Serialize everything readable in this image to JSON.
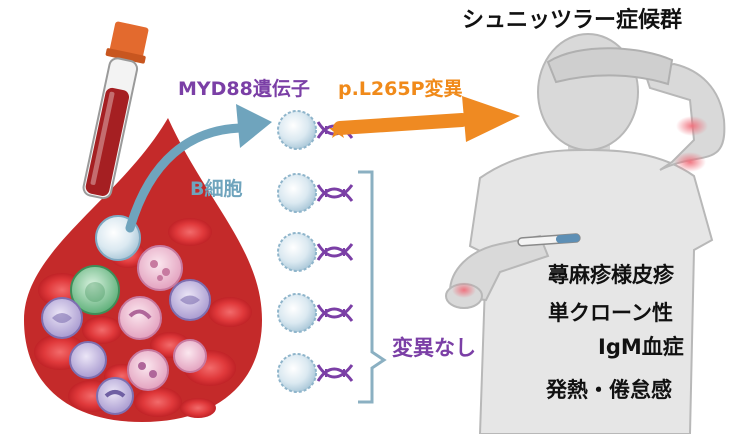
{
  "title": "シュニッツラー症候群",
  "gene_label": "MYD88遺伝子",
  "mutation_label": "p.L265P変異",
  "bcell_label": "B細胞",
  "no_mutation_label": "変異なし",
  "symptoms": [
    "蕁麻疹様皮疹",
    "単クローン性",
    "IgM血症",
    "発熱・倦怠感"
  ],
  "colors": {
    "blood": "#c42a2a",
    "blood_dark": "#a51f22",
    "tube_cap": "#e36a2e",
    "arrow_blue": "#6fa4bd",
    "arrow_orange": "#ef8a22",
    "dna_purple": "#7b3fa6",
    "rash": "#f07a84",
    "shirt": "#e6e6e6",
    "skin": "#d9d9d9"
  },
  "icons": [
    "blood-tube-icon",
    "blood-drop-icon",
    "b-cell-icon",
    "dna-icon",
    "person-figure-icon",
    "thermometer-icon"
  ]
}
